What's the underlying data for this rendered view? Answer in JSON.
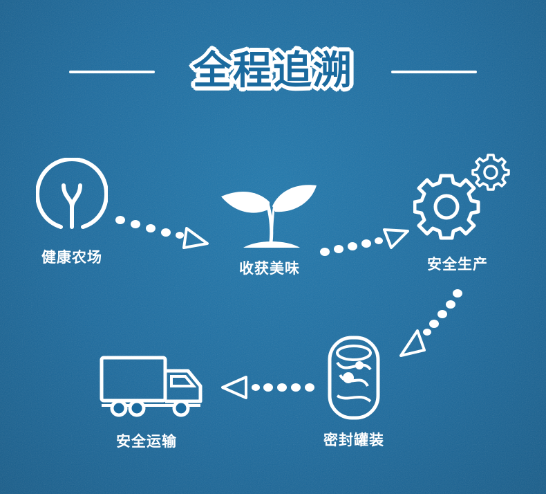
{
  "title": "全程追溯",
  "nodes": [
    {
      "label": "健康农场",
      "icon": "tree-icon"
    },
    {
      "label": "收获美味",
      "icon": "sprout-icon"
    },
    {
      "label": "安全生产",
      "icon": "gear-icon"
    },
    {
      "label": "密封罐装",
      "icon": "can-icon"
    },
    {
      "label": "安全运输",
      "icon": "truck-icon"
    }
  ],
  "colors": {
    "background": "#1a6a9e",
    "foreground": "#ffffff"
  }
}
